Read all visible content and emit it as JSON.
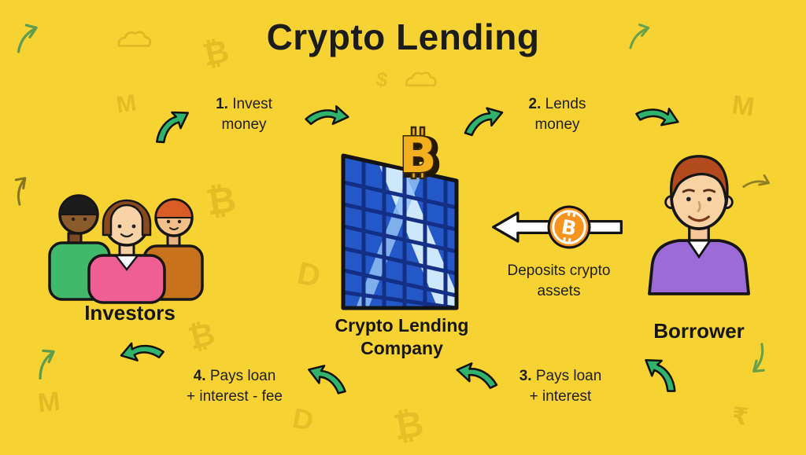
{
  "title": "Crypto Lending",
  "nodes": {
    "investors": {
      "label": "Investors"
    },
    "company": {
      "label_line1": "Crypto Lending",
      "label_line2": "Company"
    },
    "borrower": {
      "label": "Borrower"
    }
  },
  "steps": {
    "step1": {
      "num": "1.",
      "text": "Invest",
      "line2": "money"
    },
    "step2": {
      "num": "2.",
      "text": "Lends",
      "line2": "money"
    },
    "deposit": {
      "line1": "Deposits crypto",
      "line2": "assets"
    },
    "step3": {
      "num": "3.",
      "text": "Pays loan",
      "line2": "+ interest"
    },
    "step4": {
      "num": "4.",
      "text": "Pays loan",
      "line2": "+ interest - fee"
    }
  },
  "icons": {
    "bitcoin_symbol": "B",
    "doodles": [
      "₿",
      "₿",
      "₿",
      "₿",
      "M",
      "M",
      "M",
      "D",
      "D",
      "₹",
      "$"
    ]
  },
  "colors": {
    "background": "#F7D233",
    "arrow_green": "#2FB36D",
    "deposit_arrow_white": "#FFFFFF",
    "building_blue": "#2458C8",
    "building_frame": "#132F86",
    "stripe_light": "#CFE7FB",
    "bitcoin_gold": "#F3AF1C",
    "coin_orange": "#F7941E",
    "outline_black": "#161616",
    "borrower_shirt_purple": "#9C6BD8",
    "investor_pink": "#EF5F94",
    "investor_green": "#41B96B",
    "investor_orange": "#C8731B",
    "text_dark": "#1B1B1B"
  }
}
